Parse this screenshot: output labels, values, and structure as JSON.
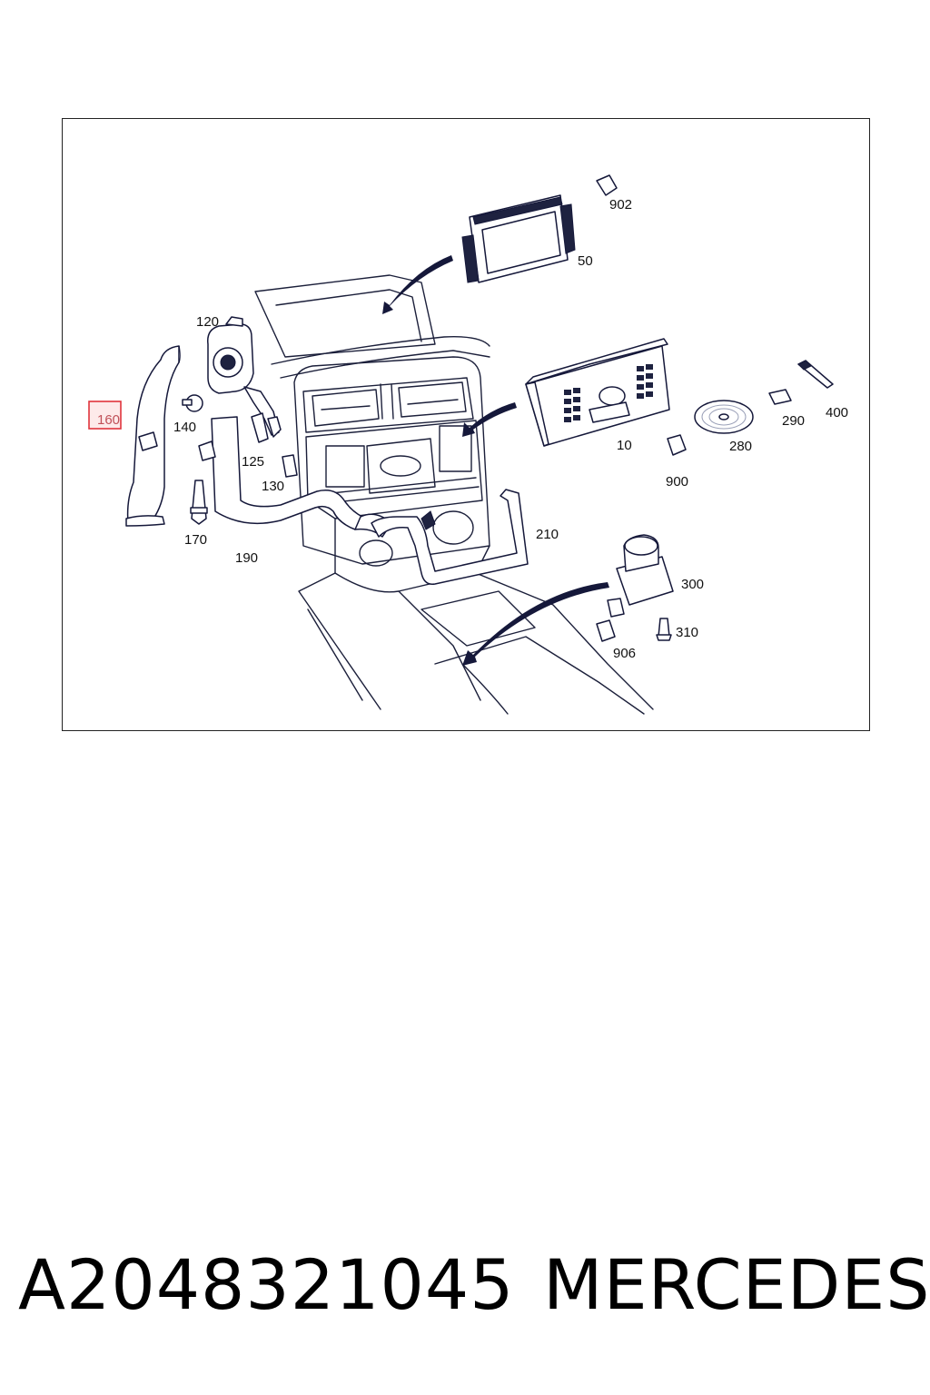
{
  "diagram": {
    "callouts": {
      "c902": "902",
      "c50": "50",
      "c120": "120",
      "c160": "160",
      "c140": "140",
      "c125": "125",
      "c130": "130",
      "c170": "170",
      "c190": "190",
      "c210": "210",
      "c10": "10",
      "c900": "900",
      "c280": "280",
      "c290": "290",
      "c400": "400",
      "c300": "300",
      "c310": "310",
      "c906": "906"
    },
    "highlighted_callout": "160",
    "highlight_color": "#e0343c",
    "line_color": "#15183a"
  },
  "footer": {
    "part_number": "A2048321045",
    "brand": "MERCEDES"
  }
}
